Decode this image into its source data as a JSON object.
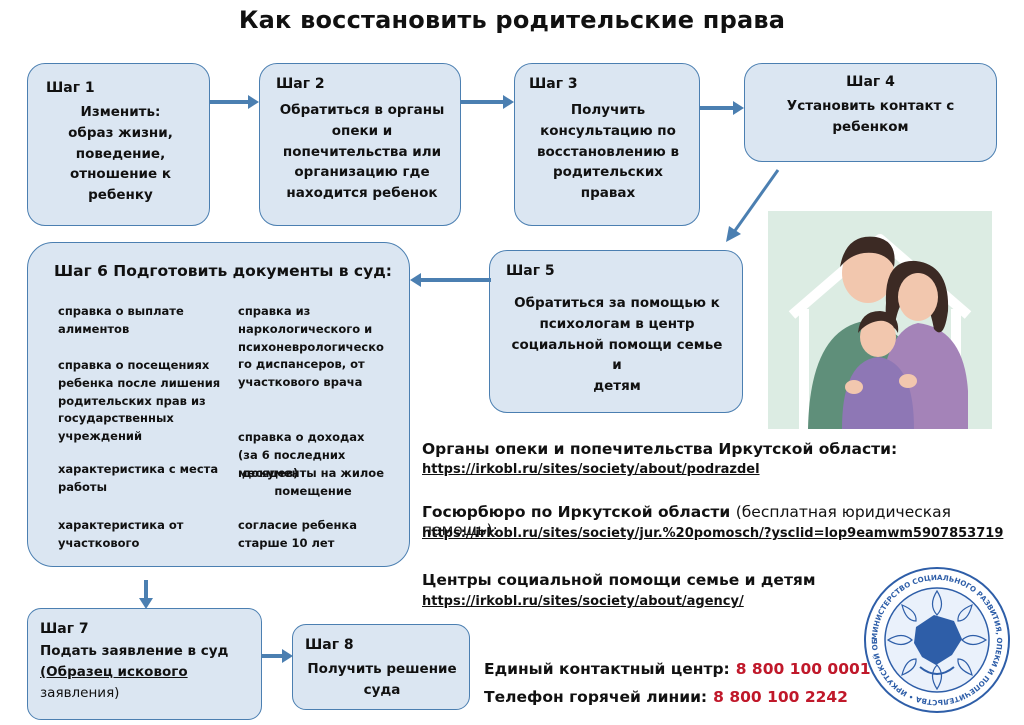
{
  "title": "Как восстановить родительские права",
  "steps": {
    "step1": {
      "label": "Шаг 1",
      "lines": [
        "Изменить:",
        "образ жизни,",
        "поведение,",
        "отношение к",
        "ребенку"
      ]
    },
    "step2": {
      "label": "Шаг 2",
      "lines": [
        "Обратиться в органы",
        "опеки и",
        "попечительства или",
        "организацию где",
        "находится ребенок"
      ]
    },
    "step3": {
      "label": "Шаг 3",
      "lines": [
        "Получить",
        "консультацию по",
        "восстановлению в",
        "родительских правах"
      ]
    },
    "step4": {
      "label": "Шаг 4",
      "lines": [
        "Установить контакт с",
        "ребенком"
      ]
    },
    "step5": {
      "label": "Шаг 5",
      "lines": [
        "Обратиться за помощью к",
        "психологам в центр",
        "социальной помощи семье и",
        "детям"
      ]
    },
    "step6": {
      "label": "Шаг 6 Подготовить документы в суд:",
      "docs_left": [
        "справка о выплате алиментов",
        "справка о посещениях ребенка после лишения родительских прав из государственных учреждений",
        "характеристика с места работы",
        "характеристика от участкового"
      ],
      "docs_right": [
        "справка из наркологического и психоневрологическо го диспансеров, от участкового врача",
        "справка о доходах (за 6 последних месяцев)",
        "документы на жилое помещение",
        "согласие ребенка старше 10 лет"
      ]
    },
    "step7": {
      "label": "Шаг 7",
      "line1": "Подать заявление в суд",
      "link": "(Образец искового",
      "line3": "заявления)"
    },
    "step8": {
      "label": "Шаг 8",
      "lines": [
        "Получить решение",
        "суда"
      ]
    }
  },
  "resources": [
    {
      "title": "Органы опеки и попечительства Иркутской области:",
      "note": "",
      "url": "https://irkobl.ru/sites/society/about/podrazdel"
    },
    {
      "title": "Госюрбюро по Иркутской области",
      "note": "(бесплатная юридическая помощь):",
      "url": "https://irkobl.ru/sites/society/jur.%20pomosch/?ysclid=lop9eamwm5907853719"
    },
    {
      "title": "Центры социальной помощи семье и детям",
      "note": "",
      "url": "https://irkobl.ru/sites/society/about/agency/"
    }
  ],
  "contacts": [
    {
      "label": "Единый контактный центр:",
      "phone": "8 800 100 0001"
    },
    {
      "label": "Телефон горячей линии:",
      "phone": "8 800 100 2242"
    }
  ],
  "emblem_text": "МИНИСТЕРСТВО СОЦИАЛЬНОГО РАЗВИТИЯ, ОПЕКИ И ПОПЕЧИТЕЛЬСТВА • ИРКУТСКОЙ ОБЛАСТИ •",
  "colors": {
    "box_fill": "#dbe6f2",
    "box_border": "#4b7fb1",
    "arrow": "#4b7fb1",
    "phone": "#c0182a"
  }
}
